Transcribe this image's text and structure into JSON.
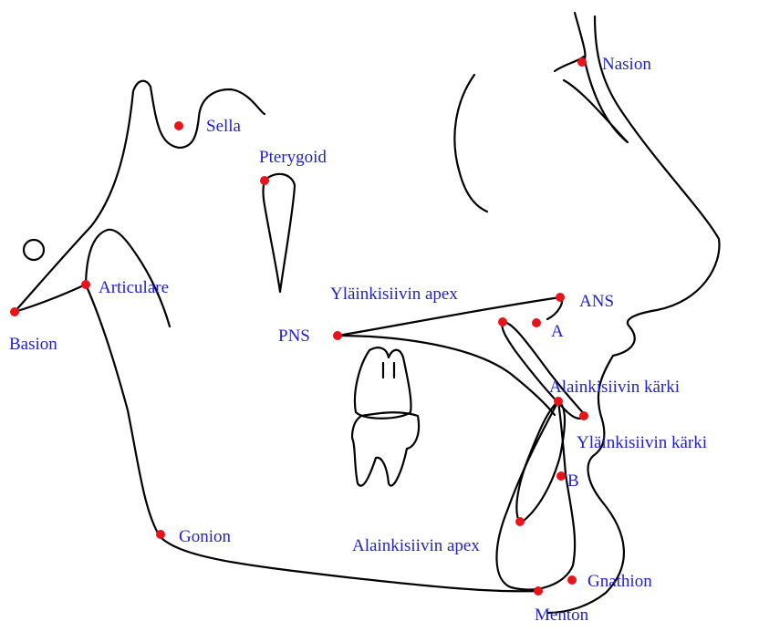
{
  "colors": {
    "landmark": "#e8141a",
    "label": "#2222cc",
    "line": "#000000",
    "background": "#ffffff"
  },
  "landmarks": [
    {
      "id": "nasion",
      "label": "Nasion"
    },
    {
      "id": "sella",
      "label": "Sella"
    },
    {
      "id": "pterygoid",
      "label": "Pterygoid"
    },
    {
      "id": "articulare",
      "label": "Articulare"
    },
    {
      "id": "basion",
      "label": "Basion"
    },
    {
      "id": "ylainkisiivin-apex",
      "label": "Yläinkisiivin apex"
    },
    {
      "id": "ans",
      "label": "ANS"
    },
    {
      "id": "a",
      "label": "A"
    },
    {
      "id": "pns",
      "label": "PNS"
    },
    {
      "id": "alainkisiivin-karki",
      "label": "Alainkisiivin kärki"
    },
    {
      "id": "ylainkisiivin-karki",
      "label": "Yläinkisiivin kärki"
    },
    {
      "id": "b",
      "label": "B"
    },
    {
      "id": "gonion",
      "label": "Gonion"
    },
    {
      "id": "alainkisiivin-apex",
      "label": "Alainkisiivin apex"
    },
    {
      "id": "gnathion",
      "label": "Gnathion"
    },
    {
      "id": "menton",
      "label": "Menton"
    }
  ]
}
